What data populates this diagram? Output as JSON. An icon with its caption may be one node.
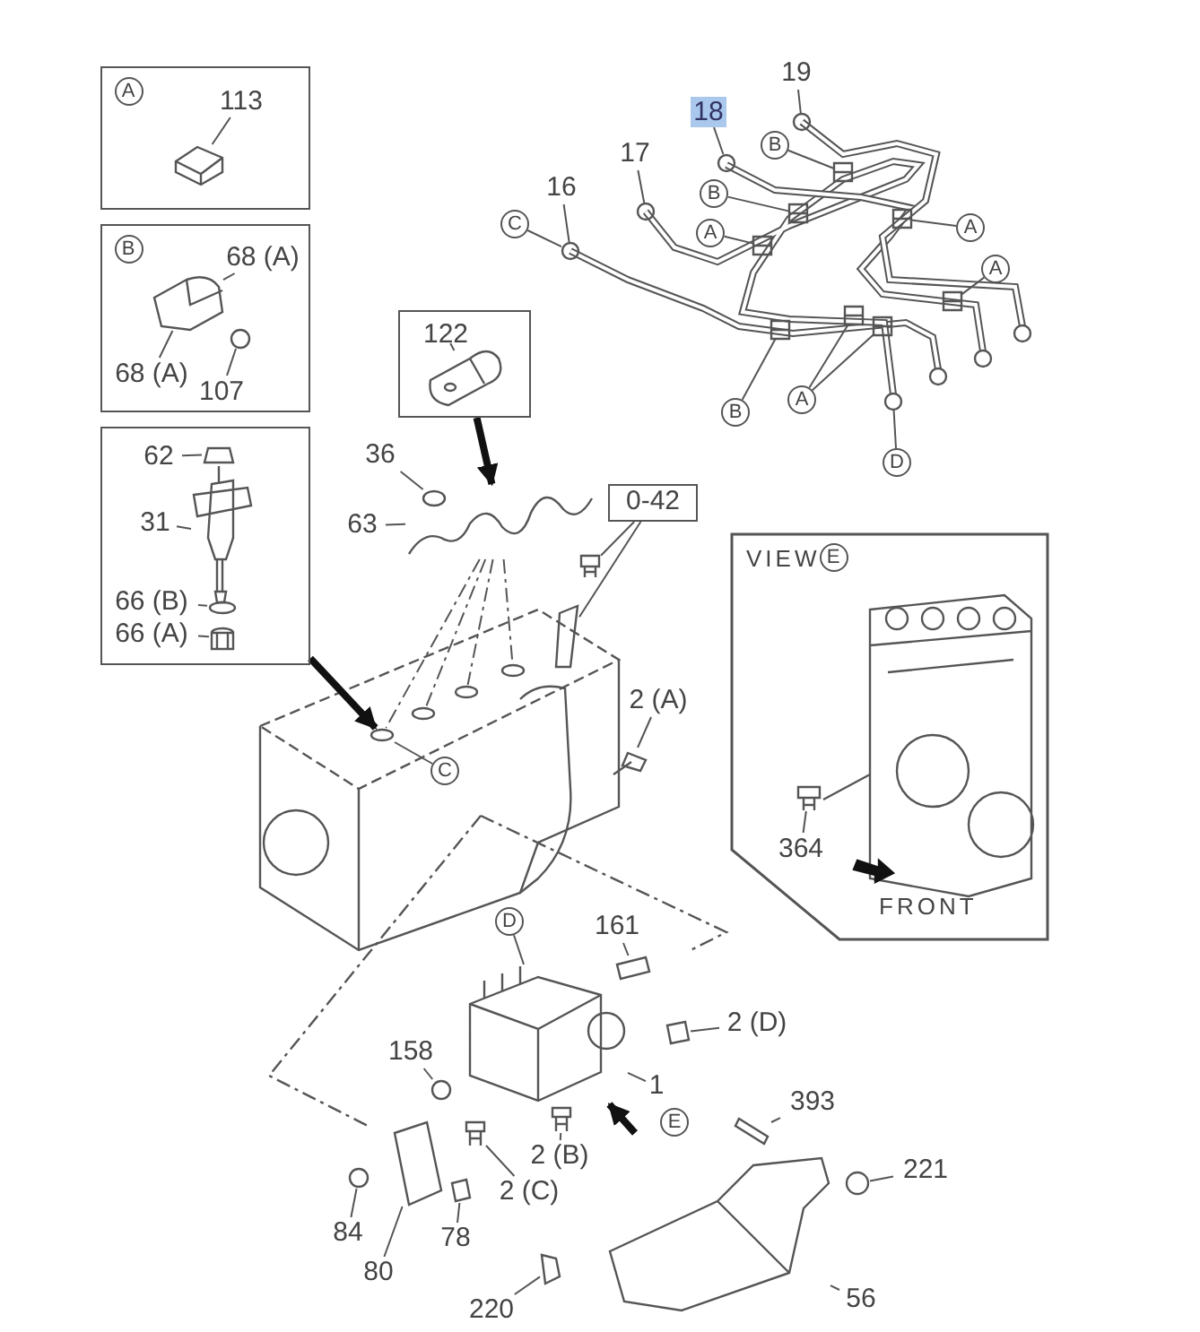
{
  "diagram": {
    "nodes": [
      {
        "text": [],
        "shape": "box"
      },
      {
        "text": [
          "113"
        ],
        "in": 0
      },
      {
        "text": [],
        "shape": "box"
      },
      {
        "text": [
          "68 (A)"
        ],
        "in": 2
      },
      {
        "text": [
          "68 (A)"
        ],
        "in": 2
      },
      {
        "text": [
          "107"
        ],
        "in": 2
      },
      {
        "text": [],
        "shape": "box"
      },
      {
        "text": [
          "62"
        ],
        "in": 6
      },
      {
        "text": [
          "31"
        ],
        "in": 6
      },
      {
        "text": [
          "66 (B)"
        ],
        "in": 6
      },
      {
        "text": [
          "66 (A)"
        ],
        "in": 6
      },
      {
        "text": [],
        "shape": "box"
      },
      {
        "text": [
          "122"
        ],
        "in": 11
      },
      {
        "text": [
          "19"
        ]
      },
      {
        "text": [
          "18"
        ]
      },
      {
        "text": [
          "17"
        ]
      },
      {
        "text": [
          "16"
        ]
      },
      {
        "text": [
          "C"
        ]
      },
      {
        "text": [
          "B"
        ]
      },
      {
        "text": [
          "B"
        ]
      },
      {
        "text": [
          "A"
        ]
      },
      {
        "text": [
          "A"
        ]
      },
      {
        "text": [
          "A"
        ]
      },
      {
        "text": [
          "B"
        ]
      },
      {
        "text": [
          "A"
        ]
      },
      {
        "text": [
          "D"
        ]
      },
      {
        "text": [
          "36"
        ]
      },
      {
        "text": [
          "63"
        ]
      },
      {
        "text": [
          "0-42"
        ]
      },
      {
        "text": [
          "C"
        ]
      },
      {
        "text": [
          "2 (A)"
        ]
      },
      {
        "text": [
          "VIEW",
          "FRONT"
        ]
      },
      {
        "text": [
          "364"
        ],
        "in": 31
      },
      {
        "text": [
          "161"
        ]
      },
      {
        "text": [
          "D"
        ]
      },
      {
        "text": [
          "2 (D)"
        ]
      },
      {
        "text": [
          "158"
        ]
      },
      {
        "text": [
          "1"
        ]
      },
      {
        "text": [
          "2 (B)"
        ]
      },
      {
        "text": [
          "2 (C)"
        ]
      },
      {
        "text": [
          "E"
        ]
      },
      {
        "text": [
          "393"
        ]
      },
      {
        "text": [
          "221"
        ]
      },
      {
        "text": [
          "84"
        ]
      },
      {
        "text": [
          "80"
        ]
      },
      {
        "text": [
          "78"
        ]
      },
      {
        "text": [
          "220"
        ]
      },
      {
        "text": [
          "56"
        ]
      },
      {
        "text": [
          "A"
        ],
        "in": 0
      },
      {
        "text": [
          "B"
        ],
        "in": 2
      },
      {
        "text": [
          "E"
        ],
        "in": 31
      },
      {
        "text": [],
        "shape": "picture",
        "in": 0
      },
      {
        "text": [],
        "shape": "picture",
        "in": 2
      },
      {
        "text": [],
        "shape": "picture",
        "in": 2
      },
      {
        "text": [],
        "shape": "picture",
        "in": 6
      },
      {
        "text": [],
        "shape": "picture",
        "in": 6
      },
      {
        "text": [],
        "shape": "picture",
        "in": 6
      },
      {
        "text": [],
        "shape": "picture",
        "in": 6
      },
      {
        "text": [],
        "shape": "picture",
        "in": 11
      },
      {
        "text": [],
        "shape": "picture"
      },
      {
        "text": [],
        "shape": "picture"
      },
      {
        "text": [],
        "shape": "picture"
      },
      {
        "text": [],
        "shape": "picture"
      },
      {
        "text": [],
        "shape": "picture"
      },
      {
        "text": [],
        "shape": "picture"
      },
      {
        "text": [],
        "shape": "picture"
      },
      {
        "text": [],
        "shape": "picture"
      },
      {
        "text": [],
        "shape": "picture"
      },
      {
        "text": [],
        "shape": "picture"
      },
      {
        "text": [],
        "shape": "picture"
      },
      {
        "text": [],
        "shape": "picture"
      },
      {
        "text": [],
        "shape": "picture"
      },
      {
        "text": [],
        "shape": "picture"
      },
      {
        "text": [],
        "shape": "picture"
      },
      {
        "text": [],
        "shape": "picture"
      },
      {
        "text": [],
        "shape": "picture"
      },
      {
        "text": [],
        "shape": "picture"
      },
      {
        "text": [],
        "shape": "picture"
      },
      {
        "text": [],
        "shape": "picture",
        "in": 31
      },
      {
        "text": [],
        "shape": "picture"
      },
      {
        "text": [],
        "shape": "picture"
      },
      {
        "text": [],
        "shape": "picture"
      },
      {
        "text": [],
        "shape": "picture"
      },
      {
        "text": [],
        "shape": "picture"
      },
      {
        "text": [],
        "shape": "picture"
      },
      {
        "text": [],
        "shape": "picture"
      },
      {
        "text": [],
        "shape": "picture"
      },
      {
        "text": [],
        "shape": "picture"
      },
      {
        "text": [],
        "shape": "picture"
      },
      {
        "text": [],
        "shape": "picture"
      },
      {
        "text": [],
        "shape": "picture"
      },
      {
        "text": [],
        "shape": "picture"
      },
      {
        "text": [],
        "shape": "picture"
      },
      {
        "text": [],
        "shape": "picture"
      },
      {
        "text": [],
        "shape": "picture"
      }
    ],
    "edges": [
      {
        "from": 1,
        "to": 51,
        "arrow": "none"
      },
      {
        "from": 3,
        "to": 52,
        "arrow": "none"
      },
      {
        "from": 4,
        "to": 52,
        "arrow": "none"
      },
      {
        "from": 5,
        "to": 53,
        "arrow": "none"
      },
      {
        "from": 6,
        "to": 76,
        "arrow": "to",
        "style": "thick"
      },
      {
        "from": 7,
        "to": 54,
        "arrow": "none"
      },
      {
        "from": 8,
        "to": 55,
        "arrow": "none"
      },
      {
        "from": 9,
        "to": 56,
        "arrow": "none"
      },
      {
        "from": 10,
        "to": 57,
        "arrow": "none"
      },
      {
        "from": 11,
        "to": 73,
        "arrow": "to",
        "style": "thick"
      },
      {
        "from": 12,
        "to": 58,
        "arrow": "none"
      },
      {
        "from": 13,
        "to": 59,
        "arrow": "none"
      },
      {
        "from": 14,
        "to": 60,
        "arrow": "none"
      },
      {
        "from": 15,
        "to": 61,
        "arrow": "none"
      },
      {
        "from": 16,
        "to": 62,
        "arrow": "none"
      },
      {
        "from": 17,
        "to": 62,
        "arrow": "none"
      },
      {
        "from": 18,
        "to": 63,
        "arrow": "none"
      },
      {
        "from": 19,
        "to": 64,
        "arrow": "none"
      },
      {
        "from": 20,
        "to": 65,
        "arrow": "none"
      },
      {
        "from": 21,
        "to": 66,
        "arrow": "none"
      },
      {
        "from": 22,
        "to": 67,
        "arrow": "none"
      },
      {
        "from": 23,
        "to": 68,
        "arrow": "none"
      },
      {
        "from": 24,
        "to": 69,
        "arrow": "none"
      },
      {
        "from": 24,
        "to": 70,
        "arrow": "none"
      },
      {
        "from": 25,
        "to": 71,
        "arrow": "none"
      },
      {
        "from": 26,
        "to": 72,
        "arrow": "none"
      },
      {
        "from": 27,
        "to": 73,
        "arrow": "none"
      },
      {
        "from": 28,
        "to": 74,
        "arrow": "none"
      },
      {
        "from": 28,
        "to": 75,
        "arrow": "none"
      },
      {
        "from": 29,
        "to": 76,
        "arrow": "none"
      },
      {
        "from": 30,
        "to": 77,
        "arrow": "none"
      },
      {
        "from": 32,
        "to": 78,
        "arrow": "none"
      },
      {
        "from": 33,
        "to": 79,
        "arrow": "none"
      },
      {
        "from": 34,
        "to": 80,
        "arrow": "none"
      },
      {
        "from": 35,
        "to": 81,
        "arrow": "none"
      },
      {
        "from": 36,
        "to": 82,
        "arrow": "none"
      },
      {
        "from": 37,
        "to": 80,
        "arrow": "none"
      },
      {
        "from": 38,
        "to": 83,
        "arrow": "none"
      },
      {
        "from": 39,
        "to": 84,
        "arrow": "none"
      },
      {
        "from": 41,
        "to": 85,
        "arrow": "none"
      },
      {
        "from": 42,
        "to": 86,
        "arrow": "none"
      },
      {
        "from": 43,
        "to": 87,
        "arrow": "none"
      },
      {
        "from": 44,
        "to": 88,
        "arrow": "none"
      },
      {
        "from": 45,
        "to": 89,
        "arrow": "none"
      },
      {
        "from": 46,
        "to": 90,
        "arrow": "none"
      },
      {
        "from": 47,
        "to": 91,
        "arrow": "none"
      },
      {
        "from": null,
        "to": 80,
        "arrow": "to",
        "style": "thick"
      },
      {
        "from": 73,
        "to": 76,
        "arrow": "none",
        "style": "dashed"
      },
      {
        "from": 73,
        "to": 92,
        "arrow": "none",
        "style": "dashed"
      },
      {
        "from": 73,
        "to": 93,
        "arrow": "none",
        "style": "dashed"
      },
      {
        "from": 73,
        "to": 94,
        "arrow": "none",
        "style": "dashed"
      }
    ]
  }
}
